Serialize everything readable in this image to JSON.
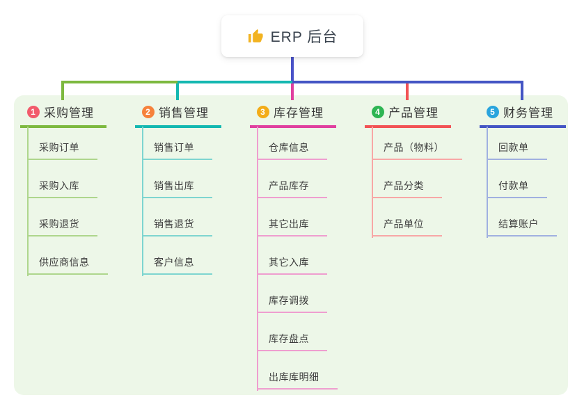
{
  "root": {
    "label": "ERP 后台",
    "icon": "thumbs-up-icon",
    "icon_color": "#f2b321",
    "box_color": "#ffffff",
    "text_color": "#3a434e"
  },
  "canvas": {
    "background": "#ffffff",
    "panel_color": "#edf7e8"
  },
  "connector": {
    "root_drop_color": "#4a53c9",
    "bus_segments": [
      {
        "owner": "采购管理",
        "color": "#7db93f"
      },
      {
        "owner": "销售管理",
        "color": "#14b8b1"
      },
      {
        "owner": "财务管理",
        "color": "#4455c4"
      }
    ]
  },
  "branches": [
    {
      "index": "1",
      "label": "采购管理",
      "badge_color": "#f25b6b",
      "line_color": "#7db93f",
      "light_color": "#aed68c",
      "children": [
        "采购订单",
        "采购入库",
        "采购退货",
        "供应商信息"
      ]
    },
    {
      "index": "2",
      "label": "销售管理",
      "badge_color": "#f6823b",
      "line_color": "#14b8b1",
      "light_color": "#7ed5d0",
      "children": [
        "销售订单",
        "销售出库",
        "销售退货",
        "客户信息"
      ]
    },
    {
      "index": "3",
      "label": "库存管理",
      "badge_color": "#f3ac18",
      "line_color": "#e0409f",
      "light_color": "#ef9ecf",
      "children": [
        "仓库信息",
        "产品库存",
        "其它出库",
        "其它入库",
        "库存调拨",
        "库存盘点",
        "出库库明细"
      ]
    },
    {
      "index": "4",
      "label": "产品管理",
      "badge_color": "#2eb553",
      "line_color": "#f25355",
      "light_color": "#f8a7a6",
      "children": [
        "产品（物料）",
        "产品分类",
        "产品单位"
      ]
    },
    {
      "index": "5",
      "label": "财务管理",
      "badge_color": "#29a4dd",
      "line_color": "#4455c4",
      "light_color": "#a0b0e0",
      "children": [
        "回款单",
        "付款单",
        "结算账户"
      ]
    }
  ]
}
